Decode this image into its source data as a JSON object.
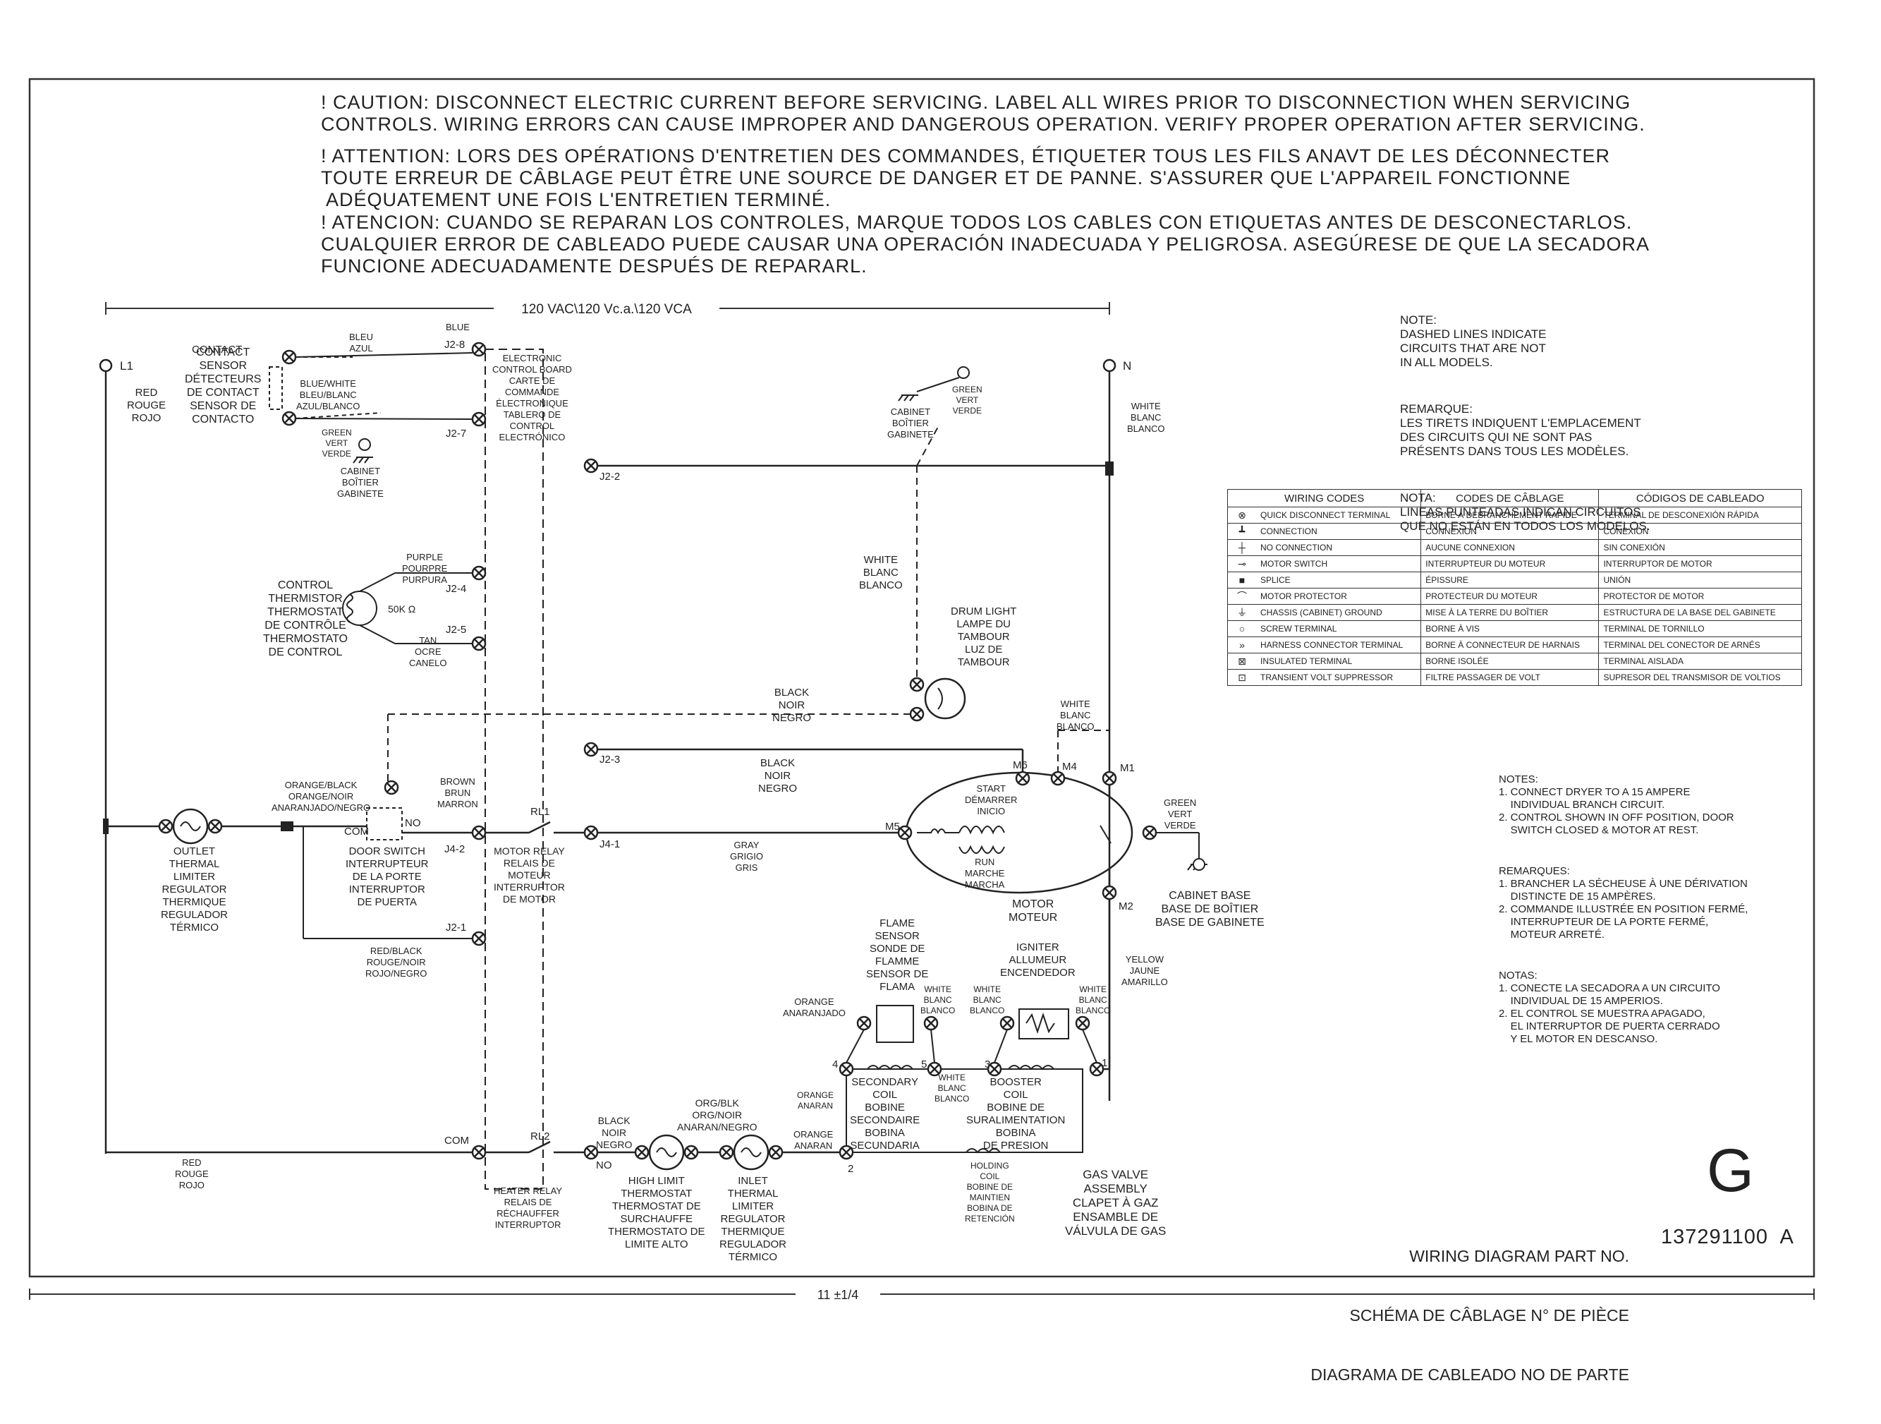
{
  "caution": [
    {
      "lang": "en",
      "lines": [
        "! CAUTION: DISCONNECT ELECTRIC CURRENT BEFORE SERVICING. LABEL ALL WIRES PRIOR TO DISCONNECTION WHEN SERVICING",
        "CONTROLS. WIRING ERRORS CAN CAUSE IMPROPER AND DANGEROUS OPERATION. VERIFY PROPER OPERATION AFTER SERVICING."
      ]
    },
    {
      "lang": "fr",
      "lines": [
        "! ATTENTION: LORS DES OPÉRATIONS D'ENTRETIEN DES COMMANDES, ÉTIQUETER TOUS LES FILS ANAVT DE LES DÉCONNECTER",
        "TOUTE ERREUR DE CÂBLAGE PEUT ÊTRE UNE SOURCE DE DANGER ET DE PANNE. S'ASSURER QUE L'APPAREIL FONCTIONNE",
        " ADÉQUATEMENT UNE FOIS L'ENTRETIEN TERMINÉ."
      ]
    },
    {
      "lang": "es",
      "lines": [
        "! ATENCION: CUANDO SE REPARAN LOS CONTROLES, MARQUE TODOS LOS CABLES CON ETIQUETAS ANTES DE DESCONECTARLOS.",
        "CUALQUIER ERROR DE CABLEADO PUEDE CAUSAR UNA OPERACIÓN INADECUADA Y PELIGROSA. ASEGÚRESE DE QUE LA SECADORA",
        "FUNCIONE ADECUADAMENTE DESPUÉS DE REPARARL."
      ]
    }
  ],
  "supply": {
    "voltage": "120 VAC\\120 Vc.a.\\120 VCA",
    "l1": "L1",
    "n": "N",
    "l1_color": [
      "RED",
      "ROUGE",
      "ROJO"
    ],
    "n_color": [
      "WHITE",
      "BLANC",
      "BLANCO"
    ]
  },
  "components": {
    "contact_sensor": [
      "CONTACT",
      "SENSOR",
      "DÉTECTEURS",
      "DE CONTACT",
      "SENSOR DE",
      "CONTACTO"
    ],
    "cabinet_ground_left": [
      "CABINET",
      "BOÎTIER",
      "GABINETE"
    ],
    "cabinet_ground_top": [
      "CABINET",
      "BOÎTIER",
      "GABINETE"
    ],
    "control_board": [
      "ELECTRONIC",
      "CONTROL BOARD",
      "CARTE DE",
      "COMMANDE",
      "ÉLECTRONIQUE",
      "TABLERO DE",
      "CONTROL",
      "ELECTRÓNICO"
    ],
    "control_thermistor": [
      "CONTROL",
      "THERMISTOR",
      "THERMOSTAT",
      "DE CONTRÔLE",
      "THERMOSTATO",
      "DE CONTROL"
    ],
    "thermistor_value": "50K Ω",
    "drum_light": [
      "DRUM LIGHT",
      "LAMPE DU",
      "TAMBOUR",
      "LUZ DE",
      "TAMBOUR"
    ],
    "outlet_limiter": [
      "OUTLET",
      "THERMAL",
      "LIMITER",
      "REGULATOR",
      "THERMIQUE",
      "REGULADOR",
      "TÉRMICO"
    ],
    "door_switch": [
      "DOOR SWITCH",
      "INTERRUPTEUR",
      "DE LA PORTE",
      "INTERRUPTOR",
      "DE PUERTA"
    ],
    "motor_relay": [
      "MOTOR RELAY",
      "RELAIS DE",
      "MOTEUR",
      "INTERRUPTOR",
      "DE MOTOR"
    ],
    "motor": [
      "MOTOR",
      "MOTEUR"
    ],
    "motor_start": [
      "START",
      "DÉMARRER",
      "INICIO"
    ],
    "motor_run": [
      "RUN",
      "MARCHE",
      "MARCHA"
    ],
    "cabinet_base": [
      "CABINET BASE",
      "BASE DE BOÎTIER",
      "BASE DE GABINETE"
    ],
    "flame_sensor": [
      "FLAME",
      "SENSOR",
      "SONDE DE",
      "FLAMME",
      "SENSOR DE",
      "FLAMA"
    ],
    "igniter": [
      "IGNITER",
      "ALLUMEUR",
      "ENCENDEDOR"
    ],
    "secondary_coil": [
      "SECONDARY",
      "COIL",
      "BOBINE",
      "SECONDAIRE",
      "BOBINA",
      "SECUNDARIA"
    ],
    "booster_coil": [
      "BOOSTER",
      "COIL",
      "BOBINE DE",
      "SURALIMENTATION",
      "BOBINA",
      "DE PRESION"
    ],
    "holding_coil": [
      "HOLDING",
      "COIL",
      "BOBINE DE",
      "MAINTIEN",
      "BOBINA DE",
      "RETENCIÓN"
    ],
    "gas_valve": [
      "GAS VALVE",
      "ASSEMBLY",
      "CLAPET À GAZ",
      "ENSAMBLE DE",
      "VÁLVULA DE GAS"
    ],
    "heater_relay": [
      "HEATER RELAY",
      "RELAIS DE",
      "RÉCHAUFFER",
      "INTERRUPTOR"
    ],
    "high_limit": [
      "HIGH LIMIT",
      "THERMOSTAT",
      "THERMOSTAT DE",
      "SURCHAUFFE",
      "THERMOSTATO DE",
      "LIMITE ALTO"
    ],
    "inlet_limiter": [
      "INLET",
      "THERMAL",
      "LIMITER",
      "REGULATOR",
      "THERMIQUE",
      "REGULADOR",
      "TÉRMICO"
    ]
  },
  "wire_labels": {
    "blue_top": "BLUE",
    "bleu_azul": [
      "BLEU",
      "AZUL"
    ],
    "blue_white": [
      "BLUE/WHITE",
      "BLEU/BLANC",
      "AZUL/BLANCO"
    ],
    "green_left": [
      "GREEN",
      "VERT",
      "VERDE"
    ],
    "green_top": [
      "GREEN",
      "VERT",
      "VERDE"
    ],
    "purple": [
      "PURPLE",
      "POURPRE",
      "PURPURA"
    ],
    "tan": [
      "TAN",
      "OCRE",
      "CANELO"
    ],
    "white_mid": [
      "WHITE",
      "BLANC",
      "BLANCO"
    ],
    "black_top": [
      "BLACK",
      "NOIR",
      "NEGRO"
    ],
    "black_mid": [
      "BLACK",
      "NOIR",
      "NEGRO"
    ],
    "white_motor": [
      "WHITE",
      "BLANC",
      "BLANCO"
    ],
    "orange_black": [
      "ORANGE/BLACK",
      "ORANGE/NOIR",
      "ANARANJADO/NEGRO"
    ],
    "brown": [
      "BROWN",
      "BRUN",
      "MARRON"
    ],
    "gray": [
      "GRAY",
      "GRIGIO",
      "GRIS"
    ],
    "green_right": [
      "GREEN",
      "VERT",
      "VERDE"
    ],
    "red_black": [
      "RED/BLACK",
      "ROUGE/NOIR",
      "ROJO/NEGRO"
    ],
    "yellow": [
      "YELLOW",
      "JAUNE",
      "AMARILLO"
    ],
    "orange_1": [
      "ORANGE",
      "ANARANJADO"
    ],
    "white_1": [
      "WHITE",
      "BLANC",
      "BLANCO"
    ],
    "white_2": [
      "WHITE",
      "BLANC",
      "BLANCO"
    ],
    "white_3": [
      "WHITE",
      "BLANC",
      "BLANCO"
    ],
    "orange_2": [
      "ORANGE",
      "ANARAN"
    ],
    "white_4": [
      "WHITE",
      "BLANC",
      "BLANCO"
    ],
    "black_bottom": [
      "BLACK",
      "NOIR",
      "NEGRO"
    ],
    "org_blk": [
      "ORG/BLK",
      "ORG/NOIR",
      "ANARAN/NEGRO"
    ],
    "orange_3": [
      "ORANGE",
      "ANARAN"
    ],
    "red_bottom": [
      "RED",
      "ROUGE",
      "ROJO"
    ]
  },
  "terminals": {
    "j2_8": "J2-8",
    "j2_7": "J2-7",
    "j2_2": "J2-2",
    "j2_4": "J2-4",
    "j2_5": "J2-5",
    "j2_3": "J2-3",
    "j4_2": "J4-2",
    "j4_1": "J4-1",
    "j2_1": "J2-1",
    "com_door": "COM",
    "no_door": "NO",
    "rl1": "RL1",
    "com_heater": "COM",
    "rl2": "RL2",
    "no_heater": "NO",
    "m1": "M1",
    "m2": "M2",
    "m4": "M4",
    "m5": "M5",
    "m6": "M6",
    "gv1": "1",
    "gv2": "2",
    "gv3": "3",
    "gv4": "4",
    "gv5": "5"
  },
  "note_top": {
    "en": [
      "NOTE:",
      "DASHED LINES INDICATE",
      "CIRCUITS THAT ARE NOT",
      "IN ALL MODELS."
    ],
    "fr": [
      "REMARQUE:",
      "LES TIRETS INDIQUENT L'EMPLACEMENT",
      "DES CIRCUITS QUI NE SONT PAS",
      "PRÉSENTS DANS TOUS LES MODÈLES."
    ],
    "es": [
      "NOTA:",
      "LINEAS PUNTEADAS INDICAN CIRCUITOS",
      "QUE NO ESTÁN EN TODOS LOS MODELOS."
    ]
  },
  "wiring_codes": {
    "headers": [
      "WIRING CODES",
      "CODES DE CÂBLAGE",
      "CÓDIGOS DE CABLEADO"
    ],
    "rows": [
      {
        "sym": "⊗",
        "en": "QUICK DISCONNECT TERMINAL",
        "fr": "BORNE À DÉBRANCHEMENT RAPIDE",
        "es": "TERMINAL DE DESCONEXIÓN RÁPIDA"
      },
      {
        "sym": "┻",
        "en": "CONNECTION",
        "fr": "CONNEXION",
        "es": "CONEXIÓN"
      },
      {
        "sym": "┼",
        "en": "NO CONNECTION",
        "fr": "AUCUNE CONNEXION",
        "es": "SIN CONEXIÓN"
      },
      {
        "sym": "⊸",
        "en": "MOTOR SWITCH",
        "fr": "INTERRUPTEUR DU MOTEUR",
        "es": "INTERRUPTOR DE MOTOR"
      },
      {
        "sym": "■",
        "en": "SPLICE",
        "fr": "ÉPISSURE",
        "es": "UNIÓN"
      },
      {
        "sym": "⌒",
        "en": "MOTOR PROTECTOR",
        "fr": "PROTECTEUR DU MOTEUR",
        "es": "PROTECTOR DE MOTOR"
      },
      {
        "sym": "⏚",
        "en": "CHASSIS (CABINET) GROUND",
        "fr": "MISE À LA TERRE DU BOÎTIER",
        "es": "ESTRUCTURA DE LA BASE DEL GABINETE"
      },
      {
        "sym": "○",
        "en": "SCREW TERMINAL",
        "fr": "BORNE À VIS",
        "es": "TERMINAL DE TORNILLO"
      },
      {
        "sym": "»",
        "en": "HARNESS CONNECTOR TERMINAL",
        "fr": "BORNE À CONNECTEUR DE HARNAIS",
        "es": "TERMINAL DEL CONECTOR DE ARNÉS"
      },
      {
        "sym": "⊠",
        "en": "INSULATED TERMINAL",
        "fr": "BORNE ISOLÉE",
        "es": "TERMINAL AISLADA"
      },
      {
        "sym": "⊡",
        "en": "TRANSIENT VOLT SUPPRESSOR",
        "fr": "FILTRE PASSAGER DE VOLT",
        "es": "SUPRESOR DEL TRANSMISOR DE VOLTIOS"
      }
    ]
  },
  "notes_bottom": {
    "en": [
      "NOTES:",
      "1. CONNECT DRYER TO A 15 AMPERE",
      "    INDIVIDUAL BRANCH CIRCUIT.",
      "2. CONTROL SHOWN IN OFF POSITION, DOOR",
      "    SWITCH CLOSED & MOTOR AT REST."
    ],
    "fr": [
      "REMARQUES:",
      "1. BRANCHER LA SÉCHEUSE À UNE DÉRIVATION",
      "    DISTINCTE DE 15 AMPÈRES.",
      "2. COMMANDE ILLUSTRÉE EN POSITION FERMÉ,",
      "    INTERRUPTEUR DE LA PORTE FERMÉ,",
      "    MOTEUR ARRETÉ."
    ],
    "es": [
      "NOTAS:",
      "1. CONECTE LA SECADORA A UN CIRCUITO",
      "    INDIVIDUAL DE 15 AMPERIOS.",
      "2. EL CONTROL SE MUESTRA APAGADO,",
      "    EL INTERRUPTOR DE PUERTA CERRADO",
      "    Y EL MOTOR EN DESCANSO."
    ]
  },
  "part": {
    "letter": "G",
    "labels": [
      "WIRING DIAGRAM PART NO.",
      "SCHÉMA DE CÂBLAGE N° DE PIÈCE",
      "DIAGRAMA DE CABLEADO NO DE PARTE"
    ],
    "number": "137291100  A"
  },
  "dimension": "11 ±1/4"
}
